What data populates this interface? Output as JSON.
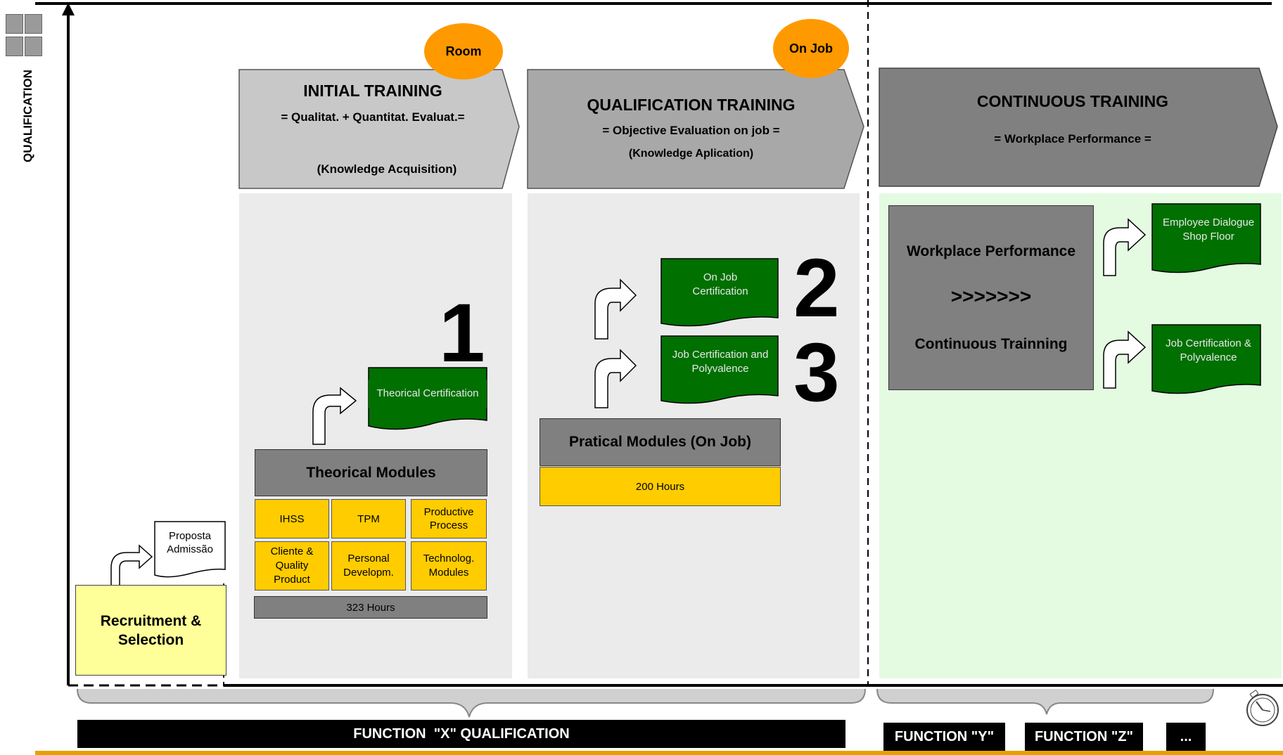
{
  "y_axis_label": "QUALIFICATION",
  "badges": {
    "room": "Room",
    "on_job": "On Job"
  },
  "phases": {
    "initial": {
      "title": "INITIAL TRAINING",
      "line1": "= Qualitat. + Quantitat. Evaluat.=",
      "line2": "(Knowledge Acquisition)"
    },
    "qualification": {
      "title": "QUALIFICATION TRAINING",
      "line1": "= Objective Evaluation on job =",
      "line2": "(Knowledge Aplication)"
    },
    "continuous": {
      "title": "CONTINUOUS TRAINING",
      "line1": "= Workplace Performance ="
    }
  },
  "recruitment": {
    "label": "Recruitment & Selection",
    "doc": "Proposta Admissão"
  },
  "theorical": {
    "header": "Theorical Modules",
    "modules": [
      "IHSS",
      "TPM",
      "Productive Process",
      "Cliente & Quality Product",
      "Personal Developm.",
      "Technolog. Modules"
    ],
    "hours": "323 Hours",
    "cert": "Theorical Certification",
    "step": "1"
  },
  "pratical": {
    "header": "Pratical Modules (On Job)",
    "hours": "200 Hours",
    "cert_on_job": "On Job Certification",
    "cert_job_poly": "Job Certification and Polyvalence",
    "step2": "2",
    "step3": "3"
  },
  "continuous_box": {
    "line1": "Workplace Performance",
    "arrows": ">>>>>>>",
    "line2": "Continuous Trainning",
    "doc1": "Employee Dialogue Shop Floor",
    "doc2": "Job Certification & Polyvalence"
  },
  "functions": {
    "x": "FUNCTION  \"X\" QUALIFICATION",
    "y": "FUNCTION \"Y\"",
    "z": "FUNCTION \"Z\"",
    "more": "..."
  },
  "colors": {
    "yellow": "#ffcc00",
    "green": "#007000",
    "grey": "#808080",
    "orange": "#ff9900",
    "light_green": "#e4fbe2",
    "panel": "#ebebeb",
    "pale_yellow": "#ffff99"
  }
}
